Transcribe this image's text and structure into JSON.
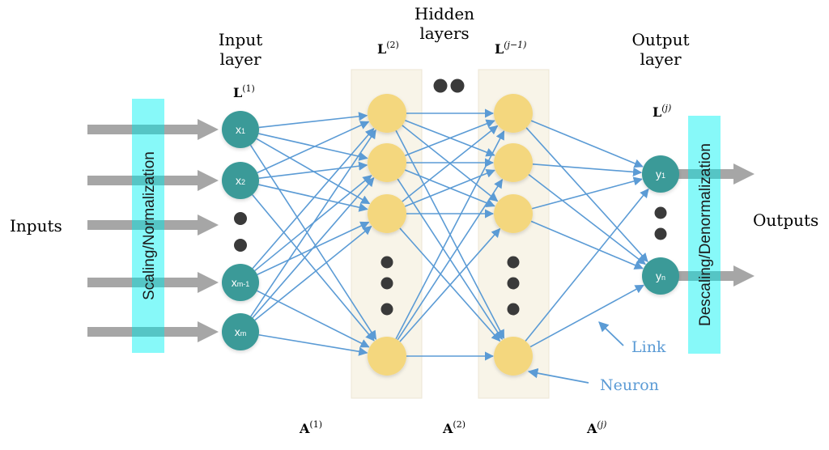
{
  "colors": {
    "input_node": "#3a9a98",
    "hidden_node": "#f4d77e",
    "output_node": "#3a9a98",
    "link": "#5b9bd5",
    "arrow_gray": "#a6a6a6",
    "norm_bar": "#7af8f8",
    "layer_panel": "#f8f4e8",
    "dot": "#3a3a3a",
    "annotation_text": "#5b9bd5",
    "text": "#000000"
  },
  "labels": {
    "inputs": "Inputs",
    "outputs": "Outputs",
    "input_layer": [
      "Input",
      "layer"
    ],
    "hidden_layers": [
      "Hidden",
      "layers"
    ],
    "output_layer": [
      "Output",
      "layer"
    ],
    "scaling": "Scaling/Normalization",
    "descaling": "Descaling/Denormalization",
    "link": "Link",
    "neuron": "Neuron"
  },
  "layer_symbols": {
    "L1": {
      "base": "L",
      "sup": "(1)"
    },
    "L2": {
      "base": "L",
      "sup": "(2)"
    },
    "Lj1": {
      "base": "L",
      "sup": "(j−1)"
    },
    "Lj": {
      "base": "L",
      "sup": "(j)"
    },
    "A1": {
      "base": "A",
      "sup": "(1)"
    },
    "A2": {
      "base": "A",
      "sup": "(2)"
    },
    "Aj": {
      "base": "A",
      "sup": "(j)"
    }
  },
  "input_nodes": [
    {
      "label": "x",
      "sub": "1"
    },
    {
      "label": "x",
      "sub": "2"
    },
    {
      "label": "x",
      "sub": "m-1"
    },
    {
      "label": "x",
      "sub": "m"
    }
  ],
  "output_nodes": [
    {
      "label": "y",
      "sub": "1"
    },
    {
      "label": "y",
      "sub": "n"
    }
  ],
  "hidden_layer_node_count_shown": 4,
  "connections": {
    "input_to_hidden1": [
      [
        0,
        0
      ],
      [
        0,
        1
      ],
      [
        0,
        2
      ],
      [
        0,
        3
      ],
      [
        1,
        0
      ],
      [
        1,
        1
      ],
      [
        1,
        2
      ],
      [
        1,
        3
      ],
      [
        2,
        0
      ],
      [
        2,
        1
      ],
      [
        2,
        2
      ],
      [
        2,
        3
      ],
      [
        3,
        0
      ],
      [
        3,
        1
      ],
      [
        3,
        2
      ],
      [
        3,
        3
      ]
    ],
    "hidden1_to_hidden2": [
      [
        0,
        0
      ],
      [
        0,
        1
      ],
      [
        0,
        2
      ],
      [
        0,
        3
      ],
      [
        1,
        0
      ],
      [
        1,
        1
      ],
      [
        1,
        2
      ],
      [
        1,
        3
      ],
      [
        2,
        0
      ],
      [
        2,
        1
      ],
      [
        2,
        2
      ],
      [
        2,
        3
      ],
      [
        3,
        0
      ],
      [
        3,
        1
      ],
      [
        3,
        2
      ],
      [
        3,
        3
      ]
    ],
    "hidden2_to_output": [
      [
        0,
        0
      ],
      [
        0,
        1
      ],
      [
        1,
        0
      ],
      [
        1,
        1
      ],
      [
        2,
        0
      ],
      [
        2,
        1
      ],
      [
        3,
        0
      ],
      [
        3,
        1
      ]
    ]
  }
}
